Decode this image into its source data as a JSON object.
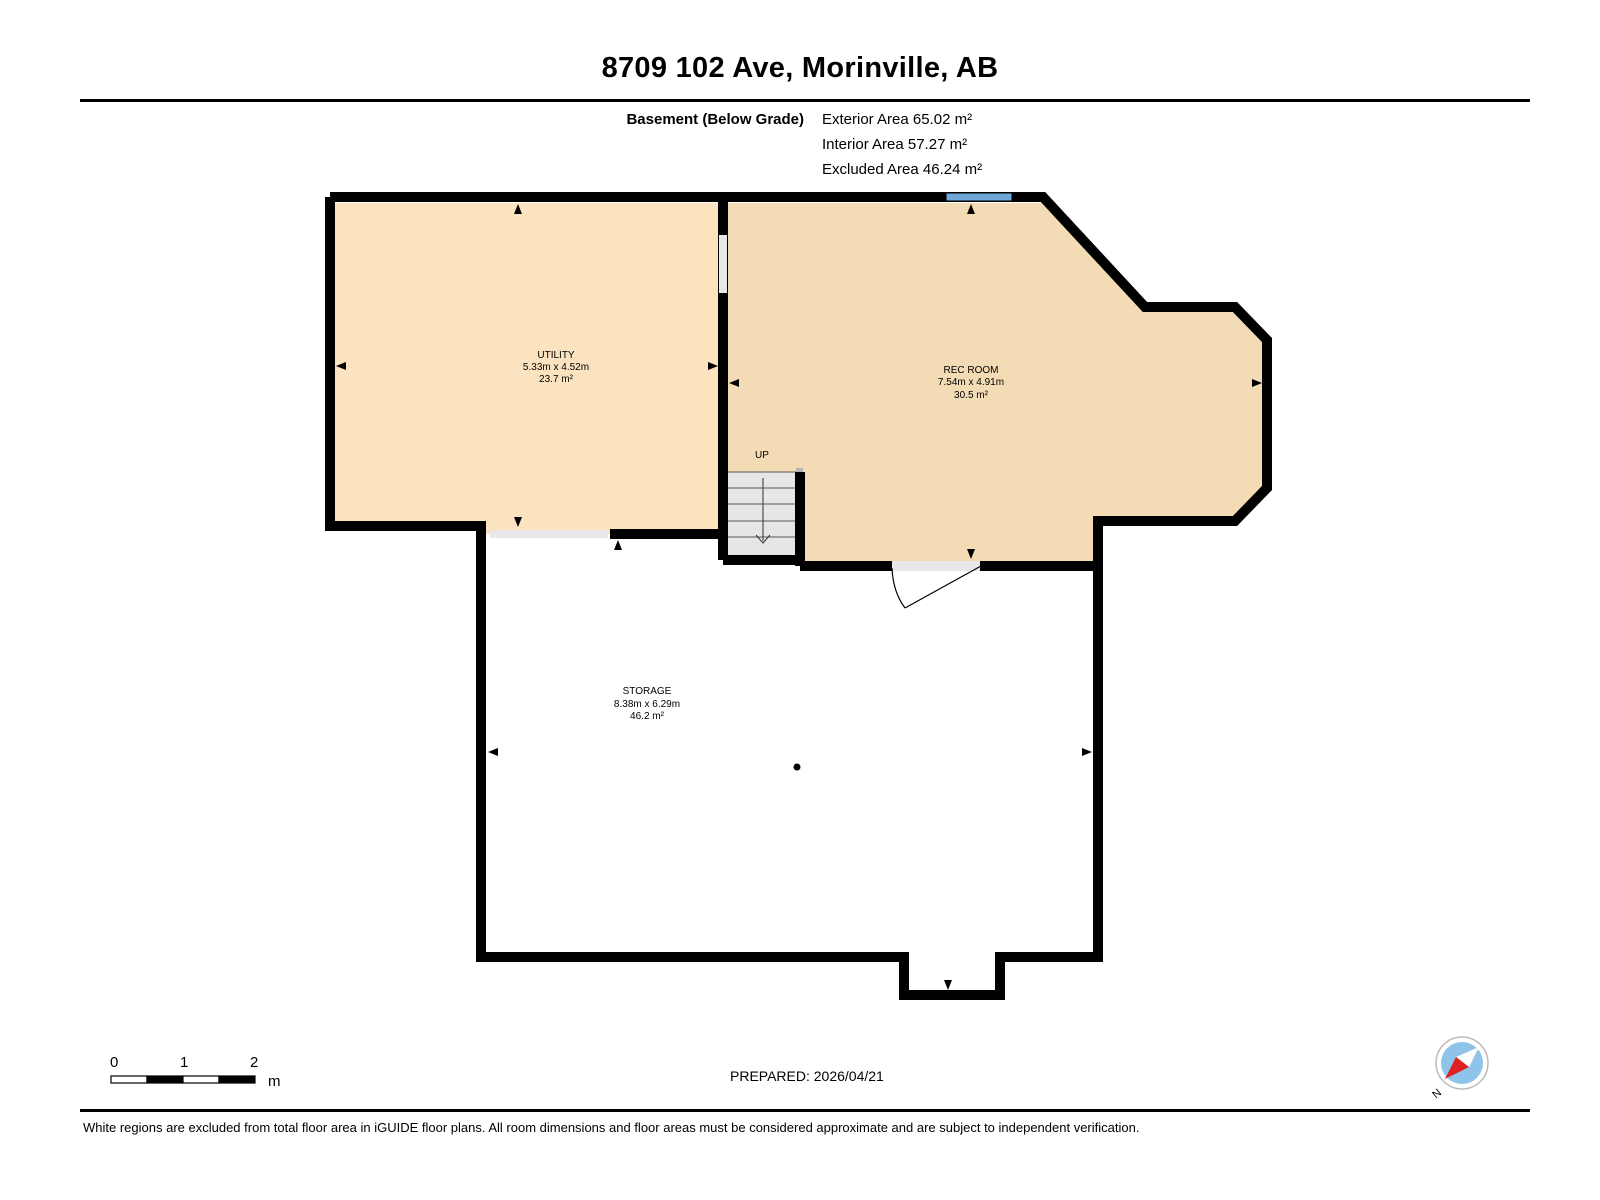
{
  "title": "8709 102 Ave, Morinville, AB",
  "floor": {
    "label": "Basement (Below Grade)",
    "exterior_area": "Exterior Area 65.02 m²",
    "interior_area": "Interior Area 57.27 m²",
    "excluded_area": "Excluded Area 46.24 m²"
  },
  "rooms": [
    {
      "name": "UTILITY",
      "dimensions": "5.33m x 4.52m",
      "area": "23.7 m²"
    },
    {
      "name": "REC ROOM",
      "dimensions": "7.54m x 4.91m",
      "area": "30.5 m²"
    },
    {
      "name": "STORAGE",
      "dimensions": "8.38m x 6.29m",
      "area": "46.2 m²"
    }
  ],
  "stairs_label": "UP",
  "scale": {
    "ticks": [
      "0",
      "1",
      "2"
    ],
    "unit": "m"
  },
  "prepared": "PREPARED: 2026/04/21",
  "compass_label": "N",
  "disclaimer": "White regions are excluded from total floor area in iGUIDE floor plans. All room dimensions and floor areas must be considered approximate and are subject to independent verification.",
  "colors": {
    "utility_fill": "#fbe3c0",
    "rec_room_fill": "#f3dcb5",
    "wall": "#000000",
    "window": "#6fa8d8",
    "stairs": "#e6e6e6",
    "compass_ring": "#8ec3ea",
    "compass_needle": "#e02020"
  }
}
